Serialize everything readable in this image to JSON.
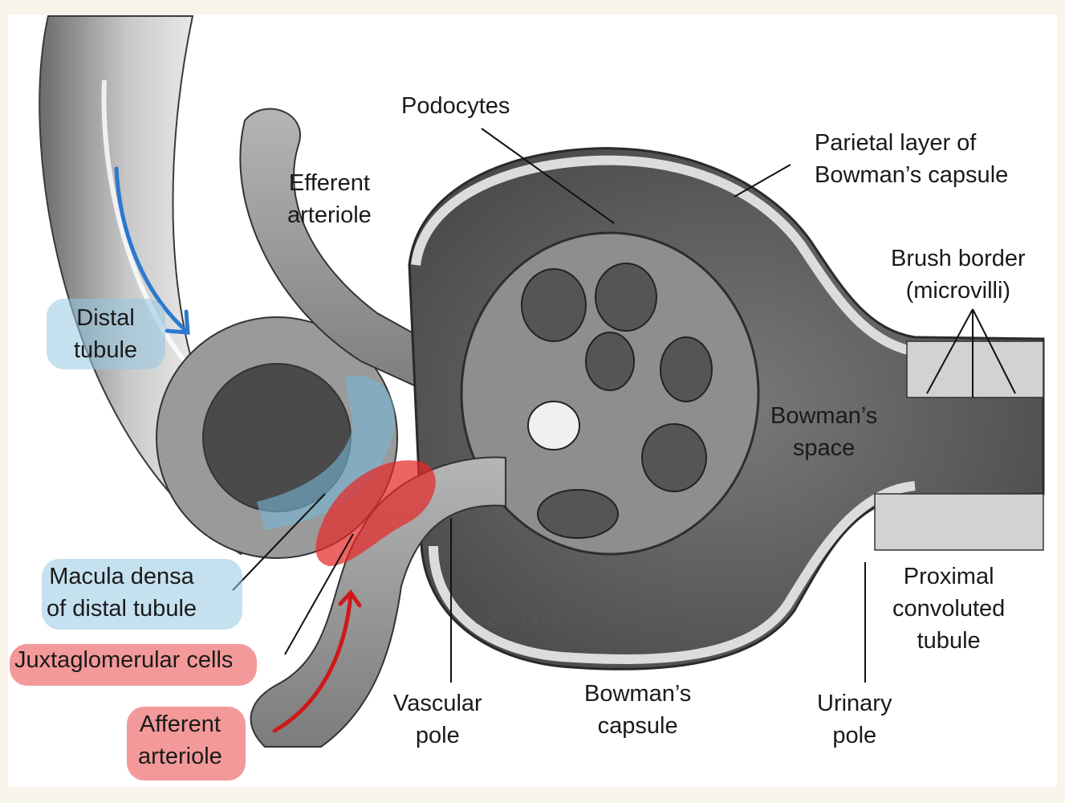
{
  "labels": {
    "podocytes": "Podocytes",
    "parietal_1": "Parietal layer of",
    "parietal_2": "Bowman’s capsule",
    "efferent_1": "Efferent",
    "efferent_2": "arteriole",
    "brush_1": "Brush border",
    "brush_2": "(microvilli)",
    "distal_1": "Distal",
    "distal_2": "tubule",
    "bowman_space_1": "Bowman’s",
    "bowman_space_2": "space",
    "macula_1": "Macula densa",
    "macula_2": "of distal tubule",
    "juxta": "Juxtaglomerular cells",
    "afferent_1": "Afferent",
    "afferent_2": "arteriole",
    "vascular_1": "Vascular",
    "vascular_2": "pole",
    "bowman_capsule_1": "Bowman’s",
    "bowman_capsule_2": "capsule",
    "urinary_1": "Urinary",
    "urinary_2": "pole",
    "proximal_1": "Proximal",
    "proximal_2": "convoluted",
    "proximal_3": "tubule"
  },
  "copyright": "©2020 The Ohio State University",
  "colors": {
    "page_border": "#f8f4ea",
    "tissue_gray": "#8a8a8a",
    "dark_gray": "#555555",
    "highlight_blue": "#96c8e1",
    "highlight_red": "#ee6e6e",
    "arrow_blue": "#2b78d0",
    "arrow_red": "#d01818"
  }
}
